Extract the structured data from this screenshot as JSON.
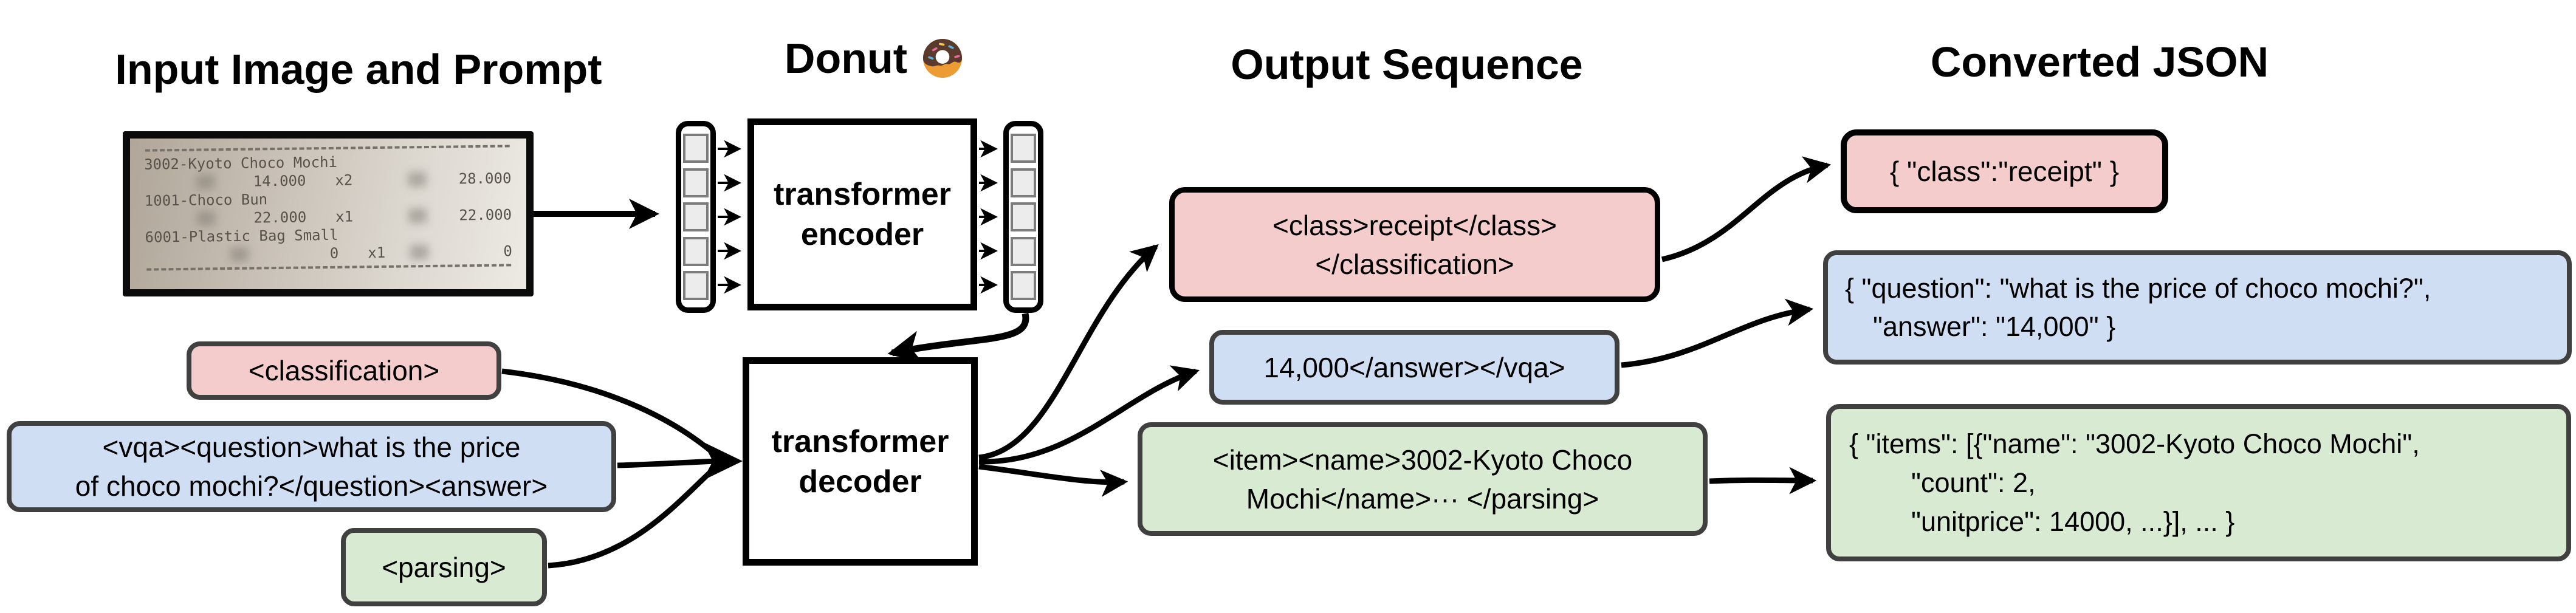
{
  "headers": {
    "input": "Input Image and Prompt",
    "model": "Donut",
    "output": "Output Sequence",
    "json": "Converted JSON"
  },
  "receipt": {
    "items": [
      {
        "name": "3002-Kyoto Choco Mochi",
        "unit": "14.000",
        "qty": "x2",
        "total": "28.000"
      },
      {
        "name": "1001-Choco Bun",
        "unit": "22.000",
        "qty": "x1",
        "total": "22.000"
      },
      {
        "name": "6001-Plastic Bag Small",
        "unit": "0",
        "qty": "x1",
        "total": "0"
      }
    ]
  },
  "model": {
    "encoder": {
      "line1": "transformer",
      "line2": "encoder"
    },
    "decoder": {
      "line1": "transformer",
      "line2": "decoder"
    }
  },
  "prompts": {
    "classification": {
      "label": "<classification>"
    },
    "vqa": {
      "line1": "<vqa><question>what is the price",
      "line2": "of choco mochi?</question><answer>"
    },
    "parsing": {
      "label": "<parsing>"
    }
  },
  "outputs": {
    "classification": {
      "line1": "<class>receipt</class>",
      "line2": "</classification>"
    },
    "vqa": {
      "label": "14,000</answer></vqa>"
    },
    "parsing": {
      "line1": "<item><name>3002-Kyoto Choco",
      "line2": "Mochi</name>··· </parsing>"
    }
  },
  "json_outputs": {
    "classification": {
      "line1": "{ \"class\":\"receipt\" }"
    },
    "vqa": {
      "line1": "{ \"question\": \"what is the price of choco mochi?\",",
      "line2": "\"answer\": \"14,000\" }"
    },
    "parsing": {
      "line1": "{ \"items\": [{\"name\": \"3002-Kyoto Choco Mochi\",",
      "line2": "\"count\": 2,",
      "line3": "\"unitprice\": 14000, ...}], ... }"
    }
  },
  "colors": {
    "pink": "#f4cccc",
    "blue": "#cfdef2",
    "green": "#d9ead3",
    "border_gray": "#404040",
    "black": "#000000"
  }
}
